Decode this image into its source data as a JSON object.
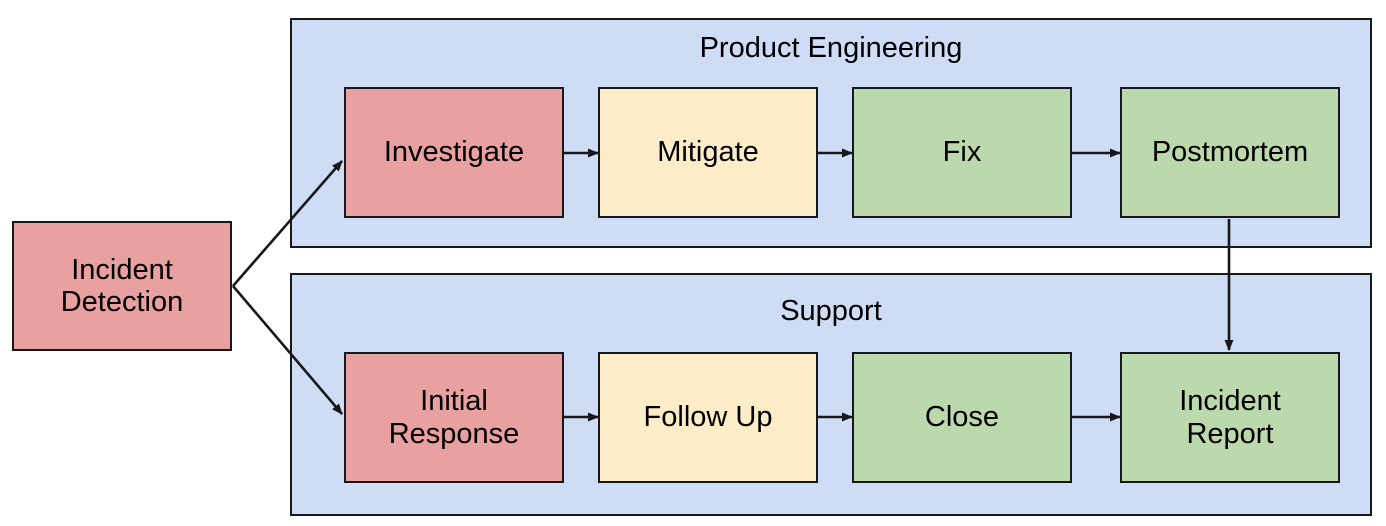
{
  "diagram": {
    "title_top_lane": "Product Engineering",
    "title_bottom_lane": "Support",
    "colors": {
      "lane_fill": "#cfdcf5",
      "stroke": "#16181c",
      "node_red": "#e8a0a0",
      "node_yellow": "#fcedc8",
      "node_green": "#bcd9ad",
      "background": "#ffffff",
      "text": "#000000"
    },
    "nodes": {
      "incident_detection": {
        "line1": "Incident",
        "line2": "Detection"
      },
      "investigate": {
        "line1": "Investigate"
      },
      "mitigate": {
        "line1": "Mitigate"
      },
      "fix": {
        "line1": "Fix"
      },
      "postmortem": {
        "line1": "Postmortem"
      },
      "initial_response": {
        "line1": "Initial",
        "line2": "Response"
      },
      "follow_up": {
        "line1": "Follow Up"
      },
      "close": {
        "line1": "Close"
      },
      "incident_report": {
        "line1": "Incident",
        "line2": "Report"
      }
    },
    "edges": [
      {
        "from": "Incident Detection",
        "to": "Investigate"
      },
      {
        "from": "Incident Detection",
        "to": "Initial Response"
      },
      {
        "from": "Investigate",
        "to": "Mitigate"
      },
      {
        "from": "Mitigate",
        "to": "Fix"
      },
      {
        "from": "Fix",
        "to": "Postmortem"
      },
      {
        "from": "Postmortem",
        "to": "Incident Report"
      },
      {
        "from": "Initial Response",
        "to": "Follow Up"
      },
      {
        "from": "Follow Up",
        "to": "Close"
      },
      {
        "from": "Close",
        "to": "Incident Report"
      }
    ]
  }
}
